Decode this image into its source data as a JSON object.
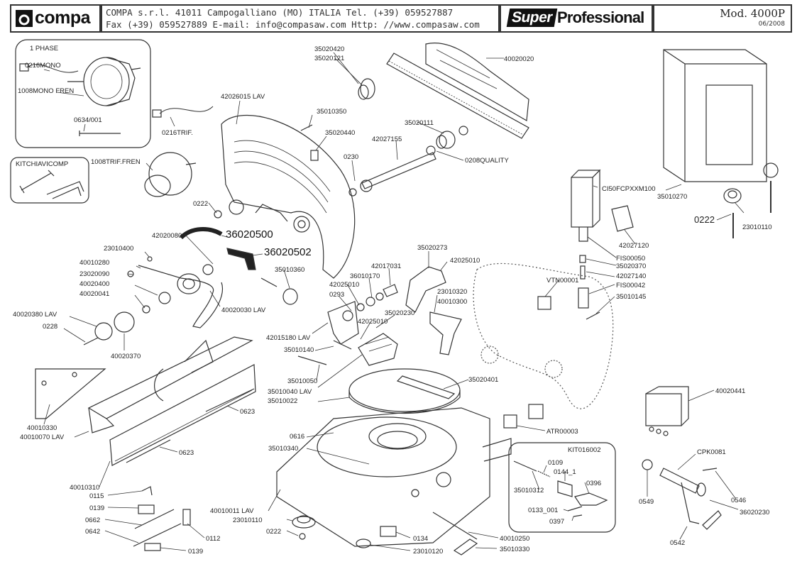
{
  "header": {
    "brand": "compa",
    "company_line": "COMPA s.r.l. 41011 Campogalliano (MO) ITALIA Tel. (+39) 059527887",
    "contact_line": "Fax (+39) 059527889 E-mail: info@compasaw.com Http: //www.compasaw.com",
    "series_part1": "Super",
    "series_part2": "Professional",
    "model": "Mod. 4000P",
    "date": "06/2008"
  },
  "boxes": {
    "phase": "1 PHASE",
    "tools": "KITCHIAVICOMP",
    "kit": "KIT016002"
  },
  "labels": [
    {
      "id": "l01",
      "text": "0216MONO"
    },
    {
      "id": "l02",
      "text": "1008MONO FREN"
    },
    {
      "id": "l03",
      "text": "0634/001"
    },
    {
      "id": "l04",
      "text": "0216TRIF."
    },
    {
      "id": "l05",
      "text": "1008TRIF.FREN"
    },
    {
      "id": "l06",
      "text": "42026015 LAV"
    },
    {
      "id": "l07",
      "text": "35020420"
    },
    {
      "id": "l08",
      "text": "35020121"
    },
    {
      "id": "l09",
      "text": "40020020"
    },
    {
      "id": "l10",
      "text": "35010350"
    },
    {
      "id": "l11",
      "text": "35020440"
    },
    {
      "id": "l12",
      "text": "35020111"
    },
    {
      "id": "l13",
      "text": "42027155"
    },
    {
      "id": "l14",
      "text": "0230"
    },
    {
      "id": "l15",
      "text": "0208QUALITY"
    },
    {
      "id": "l16",
      "text": "35010270"
    },
    {
      "id": "l17",
      "text": "0222"
    },
    {
      "id": "l18",
      "text": "23010110"
    },
    {
      "id": "l19",
      "text": "0222"
    },
    {
      "id": "l20",
      "text": "36020500"
    },
    {
      "id": "l21",
      "text": "36020502"
    },
    {
      "id": "l22",
      "text": "42020080"
    },
    {
      "id": "l23",
      "text": "23010400"
    },
    {
      "id": "l24",
      "text": "40010280"
    },
    {
      "id": "l25",
      "text": "23020090"
    },
    {
      "id": "l26",
      "text": "40020400"
    },
    {
      "id": "l27",
      "text": "40020041"
    },
    {
      "id": "l28",
      "text": "35010360"
    },
    {
      "id": "l29",
      "text": "40020030 LAV"
    },
    {
      "id": "l30",
      "text": "40020380 LAV"
    },
    {
      "id": "l31",
      "text": "0228"
    },
    {
      "id": "l32",
      "text": "40020370"
    },
    {
      "id": "l33",
      "text": "CI50FCPXXM100"
    },
    {
      "id": "l34",
      "text": "42027120"
    },
    {
      "id": "l35",
      "text": "FIS00050"
    },
    {
      "id": "l36",
      "text": "35020370"
    },
    {
      "id": "l37",
      "text": "42027140"
    },
    {
      "id": "l38",
      "text": "FIS00042"
    },
    {
      "id": "l39",
      "text": "35010145"
    },
    {
      "id": "l40",
      "text": "VTN00001"
    },
    {
      "id": "l41",
      "text": "35020273"
    },
    {
      "id": "l42",
      "text": "42025010"
    },
    {
      "id": "l43",
      "text": "42017031"
    },
    {
      "id": "l44",
      "text": "36010170"
    },
    {
      "id": "l45",
      "text": "42025010"
    },
    {
      "id": "l46",
      "text": "0293"
    },
    {
      "id": "l47",
      "text": "23010320"
    },
    {
      "id": "l48",
      "text": "40010300"
    },
    {
      "id": "l49",
      "text": "35020230"
    },
    {
      "id": "l50",
      "text": "42025010"
    },
    {
      "id": "l51",
      "text": "42015180 LAV"
    },
    {
      "id": "l52",
      "text": "35010140"
    },
    {
      "id": "l53",
      "text": "35010050"
    },
    {
      "id": "l54",
      "text": "35010040 LAV"
    },
    {
      "id": "l55",
      "text": "35010022"
    },
    {
      "id": "l56",
      "text": "35020401"
    },
    {
      "id": "l57",
      "text": "40010330"
    },
    {
      "id": "l58",
      "text": "40010070 LAV"
    },
    {
      "id": "l59",
      "text": "0623"
    },
    {
      "id": "l60",
      "text": "0623"
    },
    {
      "id": "l61",
      "text": "40020441"
    },
    {
      "id": "l62",
      "text": "0616"
    },
    {
      "id": "l63",
      "text": "35010340"
    },
    {
      "id": "l64",
      "text": "ATR00003"
    },
    {
      "id": "l65",
      "text": "40010310"
    },
    {
      "id": "l66",
      "text": "0115"
    },
    {
      "id": "l67",
      "text": "0139"
    },
    {
      "id": "l68",
      "text": "0662"
    },
    {
      "id": "l69",
      "text": "0642"
    },
    {
      "id": "l70",
      "text": "0139"
    },
    {
      "id": "l71",
      "text": "0112"
    },
    {
      "id": "l72",
      "text": "40010011 LAV"
    },
    {
      "id": "l73",
      "text": "23010110"
    },
    {
      "id": "l74",
      "text": "0222"
    },
    {
      "id": "l75",
      "text": "0134"
    },
    {
      "id": "l76",
      "text": "23010120"
    },
    {
      "id": "l77",
      "text": "40010250"
    },
    {
      "id": "l78",
      "text": "35010330"
    },
    {
      "id": "l79",
      "text": "0109"
    },
    {
      "id": "l80",
      "text": "0144_1"
    },
    {
      "id": "l81",
      "text": "0396"
    },
    {
      "id": "l82",
      "text": "35010312"
    },
    {
      "id": "l83",
      "text": "0133_001"
    },
    {
      "id": "l84",
      "text": "0397"
    },
    {
      "id": "l85",
      "text": "CPK0081"
    },
    {
      "id": "l86",
      "text": "0549"
    },
    {
      "id": "l87",
      "text": "0546"
    },
    {
      "id": "l88",
      "text": "36020230"
    },
    {
      "id": "l89",
      "text": "0542"
    }
  ]
}
